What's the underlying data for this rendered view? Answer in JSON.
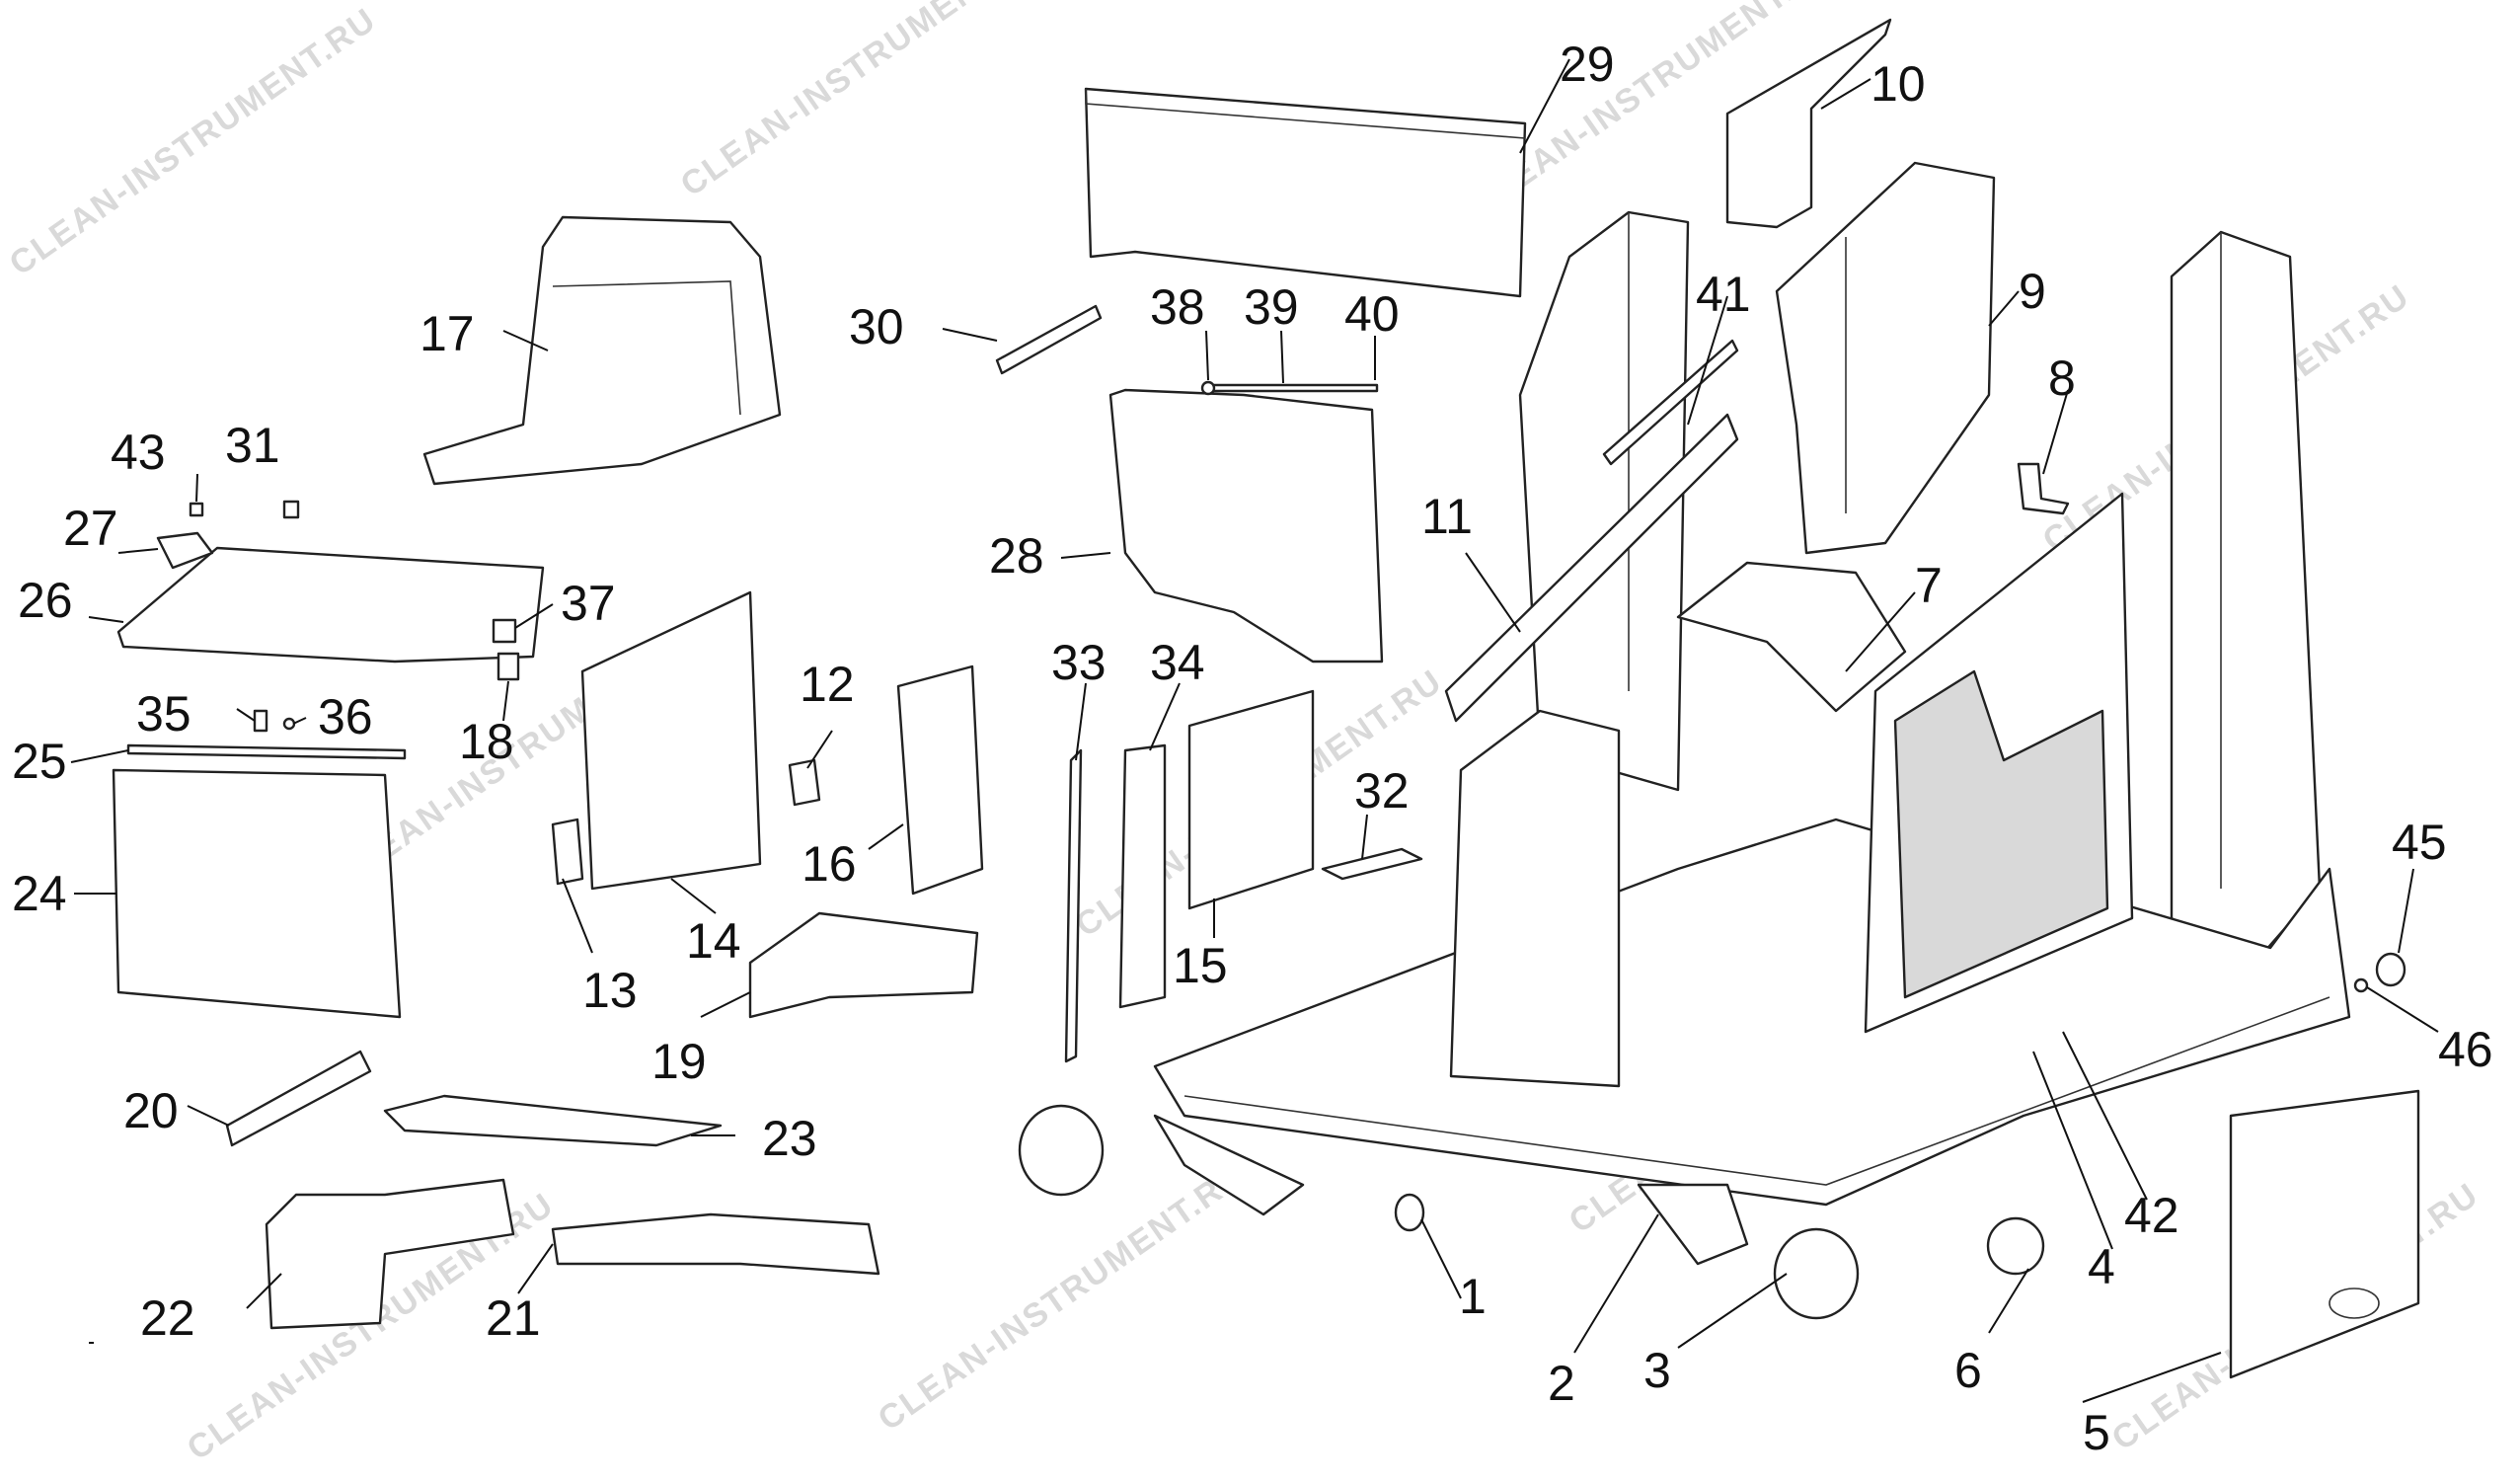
{
  "watermark": "CLEAN-INSTRUMENT.RU",
  "callouts": [
    {
      "id": "c1",
      "label": "1"
    },
    {
      "id": "c2",
      "label": "2"
    },
    {
      "id": "c3",
      "label": "3"
    },
    {
      "id": "c4",
      "label": "4"
    },
    {
      "id": "c5",
      "label": "5"
    },
    {
      "id": "c6",
      "label": "6"
    },
    {
      "id": "c7",
      "label": "7"
    },
    {
      "id": "c8",
      "label": "8"
    },
    {
      "id": "c9",
      "label": "9"
    },
    {
      "id": "c10",
      "label": "10"
    },
    {
      "id": "c11",
      "label": "11"
    },
    {
      "id": "c12",
      "label": "12"
    },
    {
      "id": "c13",
      "label": "13"
    },
    {
      "id": "c14",
      "label": "14"
    },
    {
      "id": "c15",
      "label": "15"
    },
    {
      "id": "c16",
      "label": "16"
    },
    {
      "id": "c17",
      "label": "17"
    },
    {
      "id": "c18",
      "label": "18"
    },
    {
      "id": "c19",
      "label": "19"
    },
    {
      "id": "c20",
      "label": "20"
    },
    {
      "id": "c21",
      "label": "21"
    },
    {
      "id": "c22",
      "label": "22"
    },
    {
      "id": "c23",
      "label": "23"
    },
    {
      "id": "c24",
      "label": "24"
    },
    {
      "id": "c25",
      "label": "25"
    },
    {
      "id": "c26",
      "label": "26"
    },
    {
      "id": "c27",
      "label": "27"
    },
    {
      "id": "c28",
      "label": "28"
    },
    {
      "id": "c29",
      "label": "29"
    },
    {
      "id": "c30",
      "label": "30"
    },
    {
      "id": "c31",
      "label": "31"
    },
    {
      "id": "c32",
      "label": "32"
    },
    {
      "id": "c33",
      "label": "33"
    },
    {
      "id": "c34",
      "label": "34"
    },
    {
      "id": "c35",
      "label": "35"
    },
    {
      "id": "c36",
      "label": "36"
    },
    {
      "id": "c37",
      "label": "37"
    },
    {
      "id": "c38",
      "label": "38"
    },
    {
      "id": "c39",
      "label": "39"
    },
    {
      "id": "c40",
      "label": "40"
    },
    {
      "id": "c41",
      "label": "41"
    },
    {
      "id": "c42",
      "label": "42"
    },
    {
      "id": "c43",
      "label": "43"
    },
    {
      "id": "c45",
      "label": "45"
    },
    {
      "id": "c46",
      "label": "46"
    }
  ]
}
